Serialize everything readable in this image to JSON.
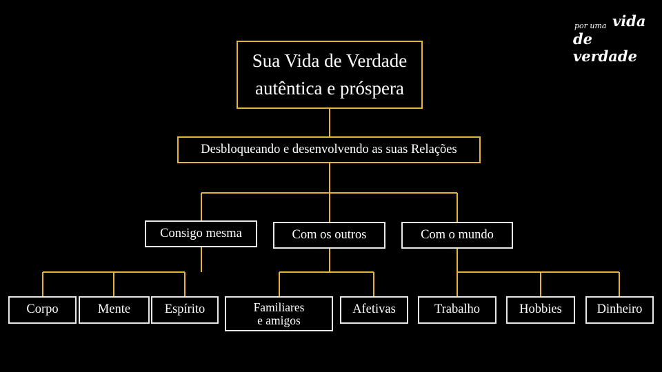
{
  "colors": {
    "background": "#000000",
    "connector": "#e7b43a",
    "gold_border": "#e7b43a",
    "white_border": "#e8e8e8",
    "text": "#ffffff"
  },
  "logo": {
    "small": "por uma",
    "big1": "vida",
    "big2": "de verdade"
  },
  "nodes": {
    "root": {
      "line1": "Sua Vida de Verdade",
      "line2": "autêntica e próspera"
    },
    "relations": "Desbloqueando e desenvolvendo as suas Relações",
    "consigo": "Consigo mesma",
    "outros": "Com os outros",
    "mundo": "Com o mundo",
    "corpo": "Corpo",
    "mente": "Mente",
    "espirito": "Espírito",
    "familiares": {
      "line1": "Familiares",
      "line2": "e amigos"
    },
    "afetivas": "Afetivas",
    "trabalho": "Trabalho",
    "hobbies": "Hobbies",
    "dinheiro": "Dinheiro"
  }
}
